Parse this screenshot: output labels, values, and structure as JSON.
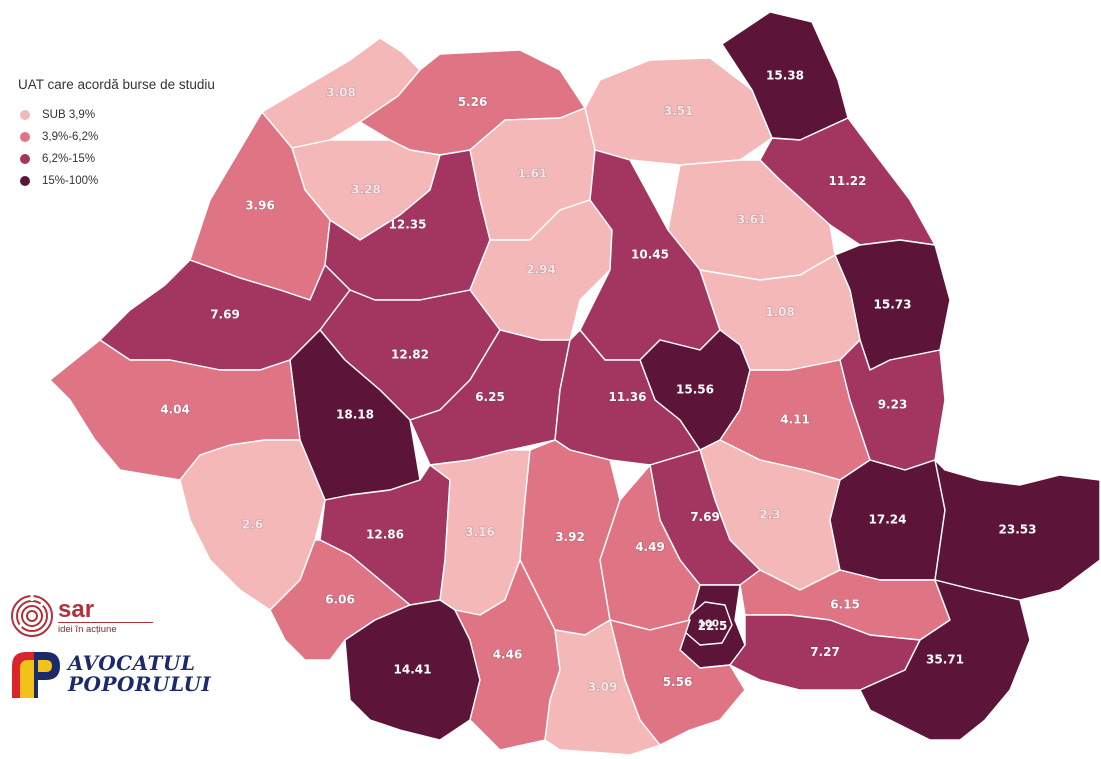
{
  "legend": {
    "title": "UAT care acordă burse de studiu",
    "items": [
      {
        "label": "SUB 3,9%",
        "color": "#f5b8b8"
      },
      {
        "label": "3,9%-6,2%",
        "color": "#df7584"
      },
      {
        "label": "6,2%-15%",
        "color": "#a33660"
      },
      {
        "label": "15%-100%",
        "color": "#5c1538"
      }
    ]
  },
  "logos": {
    "sar_name": "sar",
    "sar_tagline": "idei în acțiune",
    "avp_line1": "AVOCATUL",
    "avp_line2": "POPORULUI"
  },
  "regions": [
    {
      "value": "3.08",
      "tier": 0
    },
    {
      "value": "5.26",
      "tier": 1
    },
    {
      "value": "15.38",
      "tier": 3
    },
    {
      "value": "3.51",
      "tier": 0
    },
    {
      "value": "1.61",
      "tier": 0
    },
    {
      "value": "3.28",
      "tier": 0
    },
    {
      "value": "11.22",
      "tier": 2
    },
    {
      "value": "3.96",
      "tier": 1
    },
    {
      "value": "12.35",
      "tier": 2
    },
    {
      "value": "3.61",
      "tier": 0
    },
    {
      "value": "2.94",
      "tier": 0
    },
    {
      "value": "10.45",
      "tier": 2
    },
    {
      "value": "15.73",
      "tier": 3
    },
    {
      "value": "7.69",
      "tier": 2
    },
    {
      "value": "12.82",
      "tier": 2
    },
    {
      "value": "1.08",
      "tier": 0
    },
    {
      "value": "18.18",
      "tier": 3
    },
    {
      "value": "15.56",
      "tier": 3
    },
    {
      "value": "4.04",
      "tier": 1
    },
    {
      "value": "6.25",
      "tier": 2
    },
    {
      "value": "11.36",
      "tier": 2
    },
    {
      "value": "4.11",
      "tier": 1
    },
    {
      "value": "9.23",
      "tier": 2
    },
    {
      "value": "2.6",
      "tier": 0
    },
    {
      "value": "2.3",
      "tier": 0
    },
    {
      "value": "17.24",
      "tier": 3
    },
    {
      "value": "12.86",
      "tier": 2
    },
    {
      "value": "3.16",
      "tier": 0
    },
    {
      "value": "3.92",
      "tier": 1
    },
    {
      "value": "7.69",
      "tier": 2
    },
    {
      "value": "23.53",
      "tier": 3
    },
    {
      "value": "4.49",
      "tier": 1
    },
    {
      "value": "22.5",
      "tier": 3
    },
    {
      "value": "6.15",
      "tier": 1
    },
    {
      "value": "6.06",
      "tier": 1
    },
    {
      "value": "100",
      "tier": 3
    },
    {
      "value": "14.41",
      "tier": 3
    },
    {
      "value": "4.46",
      "tier": 1
    },
    {
      "value": "7.27",
      "tier": 2
    },
    {
      "value": "5.56",
      "tier": 1
    },
    {
      "value": "35.71",
      "tier": 3
    },
    {
      "value": "3.09",
      "tier": 0
    }
  ]
}
